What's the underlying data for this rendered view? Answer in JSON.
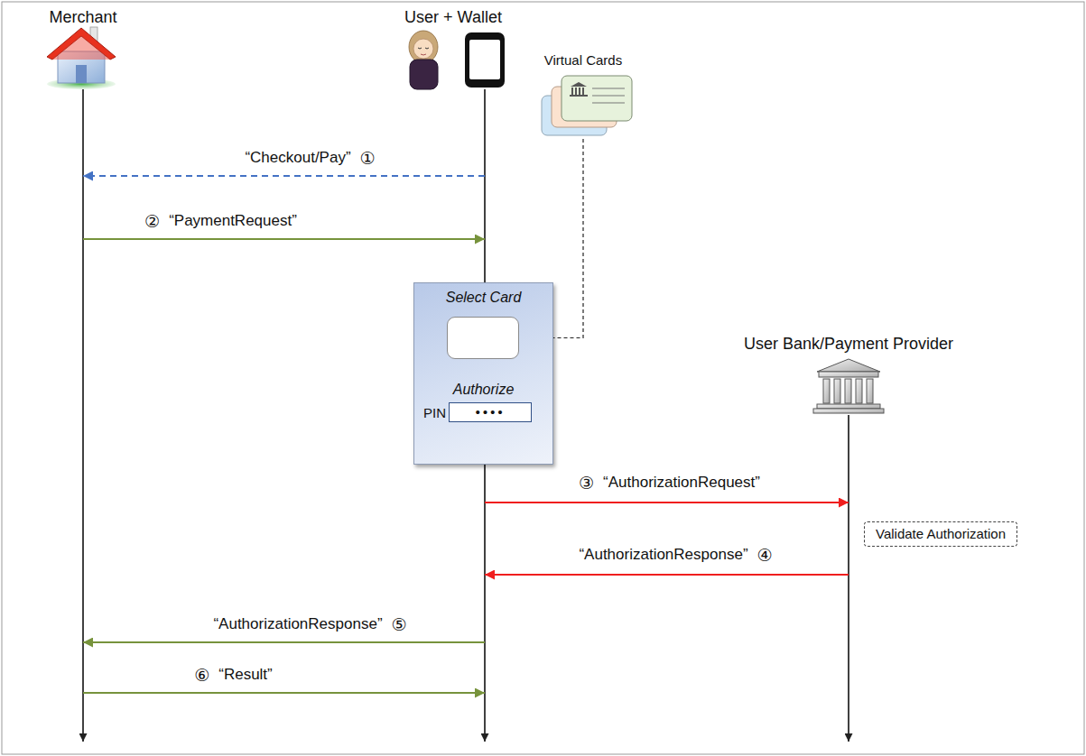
{
  "diagram": {
    "nodes": [
      {
        "text": [
          "Merchant"
        ]
      },
      {
        "text": [
          "User + Wallet"
        ]
      },
      {
        "text": [
          "Virtual Cards"
        ]
      },
      {
        "text": [
          "Select Card",
          "Authorize",
          "PIN"
        ]
      },
      {
        "text": [
          "••••"
        ],
        "in": 3
      },
      {
        "text": [
          "User Bank/Payment Provider"
        ]
      },
      {
        "text": [
          "Validate Authorization"
        ]
      }
    ],
    "edges": [
      {
        "from": 1,
        "to": 0,
        "label": "“Checkout/Pay”",
        "arrow": "to"
      },
      {
        "from": 0,
        "to": 1,
        "label": "“PaymentRequest”",
        "arrow": "to"
      },
      {
        "from": 2,
        "to": 3,
        "arrow": "none"
      },
      {
        "from": 1,
        "to": 5,
        "label": "“AuthorizationRequest”",
        "arrow": "to"
      },
      {
        "from": 5,
        "to": 1,
        "label": "“AuthorizationResponse”",
        "arrow": "to"
      },
      {
        "from": 1,
        "to": 0,
        "label": "“AuthorizationResponse”",
        "arrow": "to"
      },
      {
        "from": 0,
        "to": 1,
        "label": "“Result”",
        "arrow": "to"
      }
    ],
    "labels": [
      "①",
      "②",
      "③",
      "④",
      "⑤",
      "⑥"
    ]
  }
}
